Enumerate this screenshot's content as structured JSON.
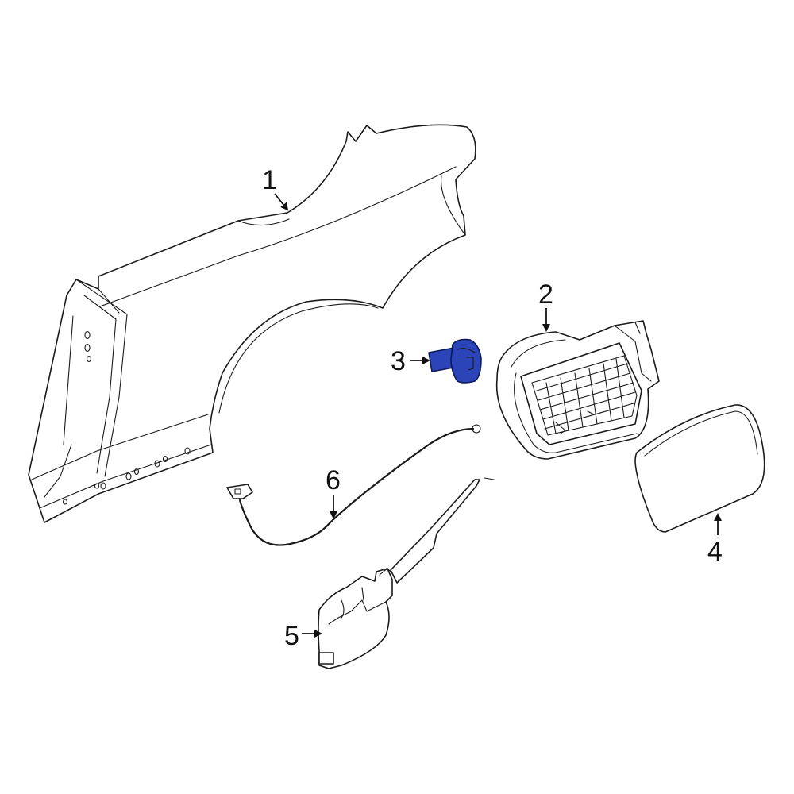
{
  "diagram": {
    "highlight_color": "#2b45b8",
    "line_color": "#1a1a1a",
    "callouts": {
      "c1": "1",
      "c2": "2",
      "c3": "3",
      "c4": "4",
      "c5": "5",
      "c6": "6"
    }
  }
}
